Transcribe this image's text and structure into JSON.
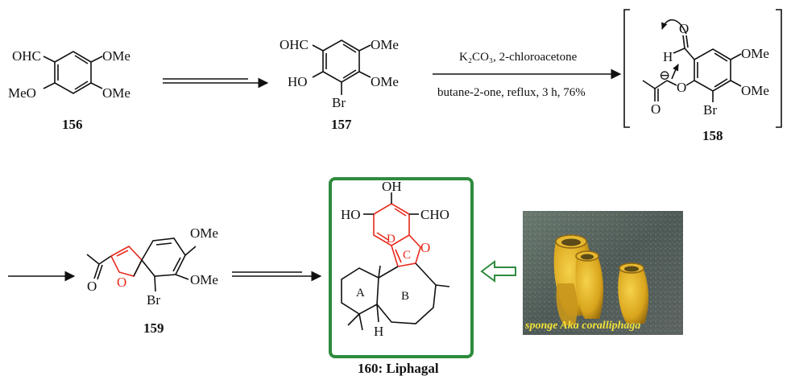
{
  "compounds": {
    "c156": {
      "number": "156",
      "subst_cho": "OHC",
      "subst_ome1": "OMe",
      "subst_meo": "MeO",
      "subst_ome2": "OMe"
    },
    "c157": {
      "number": "157",
      "subst_cho": "OHC",
      "subst_ome1": "OMe",
      "subst_ho": "HO",
      "subst_ome2": "OMe",
      "subst_br": "Br"
    },
    "c158": {
      "number": "158",
      "subst_o_carbonyl": "O",
      "subst_h": "H",
      "subst_ome1": "OMe",
      "subst_ome2": "OMe",
      "subst_o_ether": "O",
      "subst_o_ketone": "O",
      "subst_br": "Br",
      "charge": "⊖"
    },
    "c159": {
      "number": "159",
      "subst_o_ketone": "O",
      "subst_o_furan": "O",
      "subst_ome1": "OMe",
      "subst_ome2": "OMe",
      "subst_br": "Br"
    },
    "c160": {
      "number": "160: Liphagal",
      "subst_oh": "OH",
      "subst_ho": "HO",
      "subst_cho": "CHO",
      "subst_o": "O",
      "subst_h": "H",
      "ring_a": "A",
      "ring_b": "B",
      "ring_c": "C",
      "ring_d": "D"
    }
  },
  "reaction": {
    "reagents_top": "K₂CO₃, 2-chloroacetone",
    "conditions_bottom": "butane-2-one, reflux, 3 h, 76%"
  },
  "photo": {
    "caption": "sponge Aka coralliphaga"
  },
  "colors": {
    "highlight_red": "#e8291c",
    "box_green": "#2e8b3e",
    "open_arrow_green": "#2e8b3e"
  }
}
